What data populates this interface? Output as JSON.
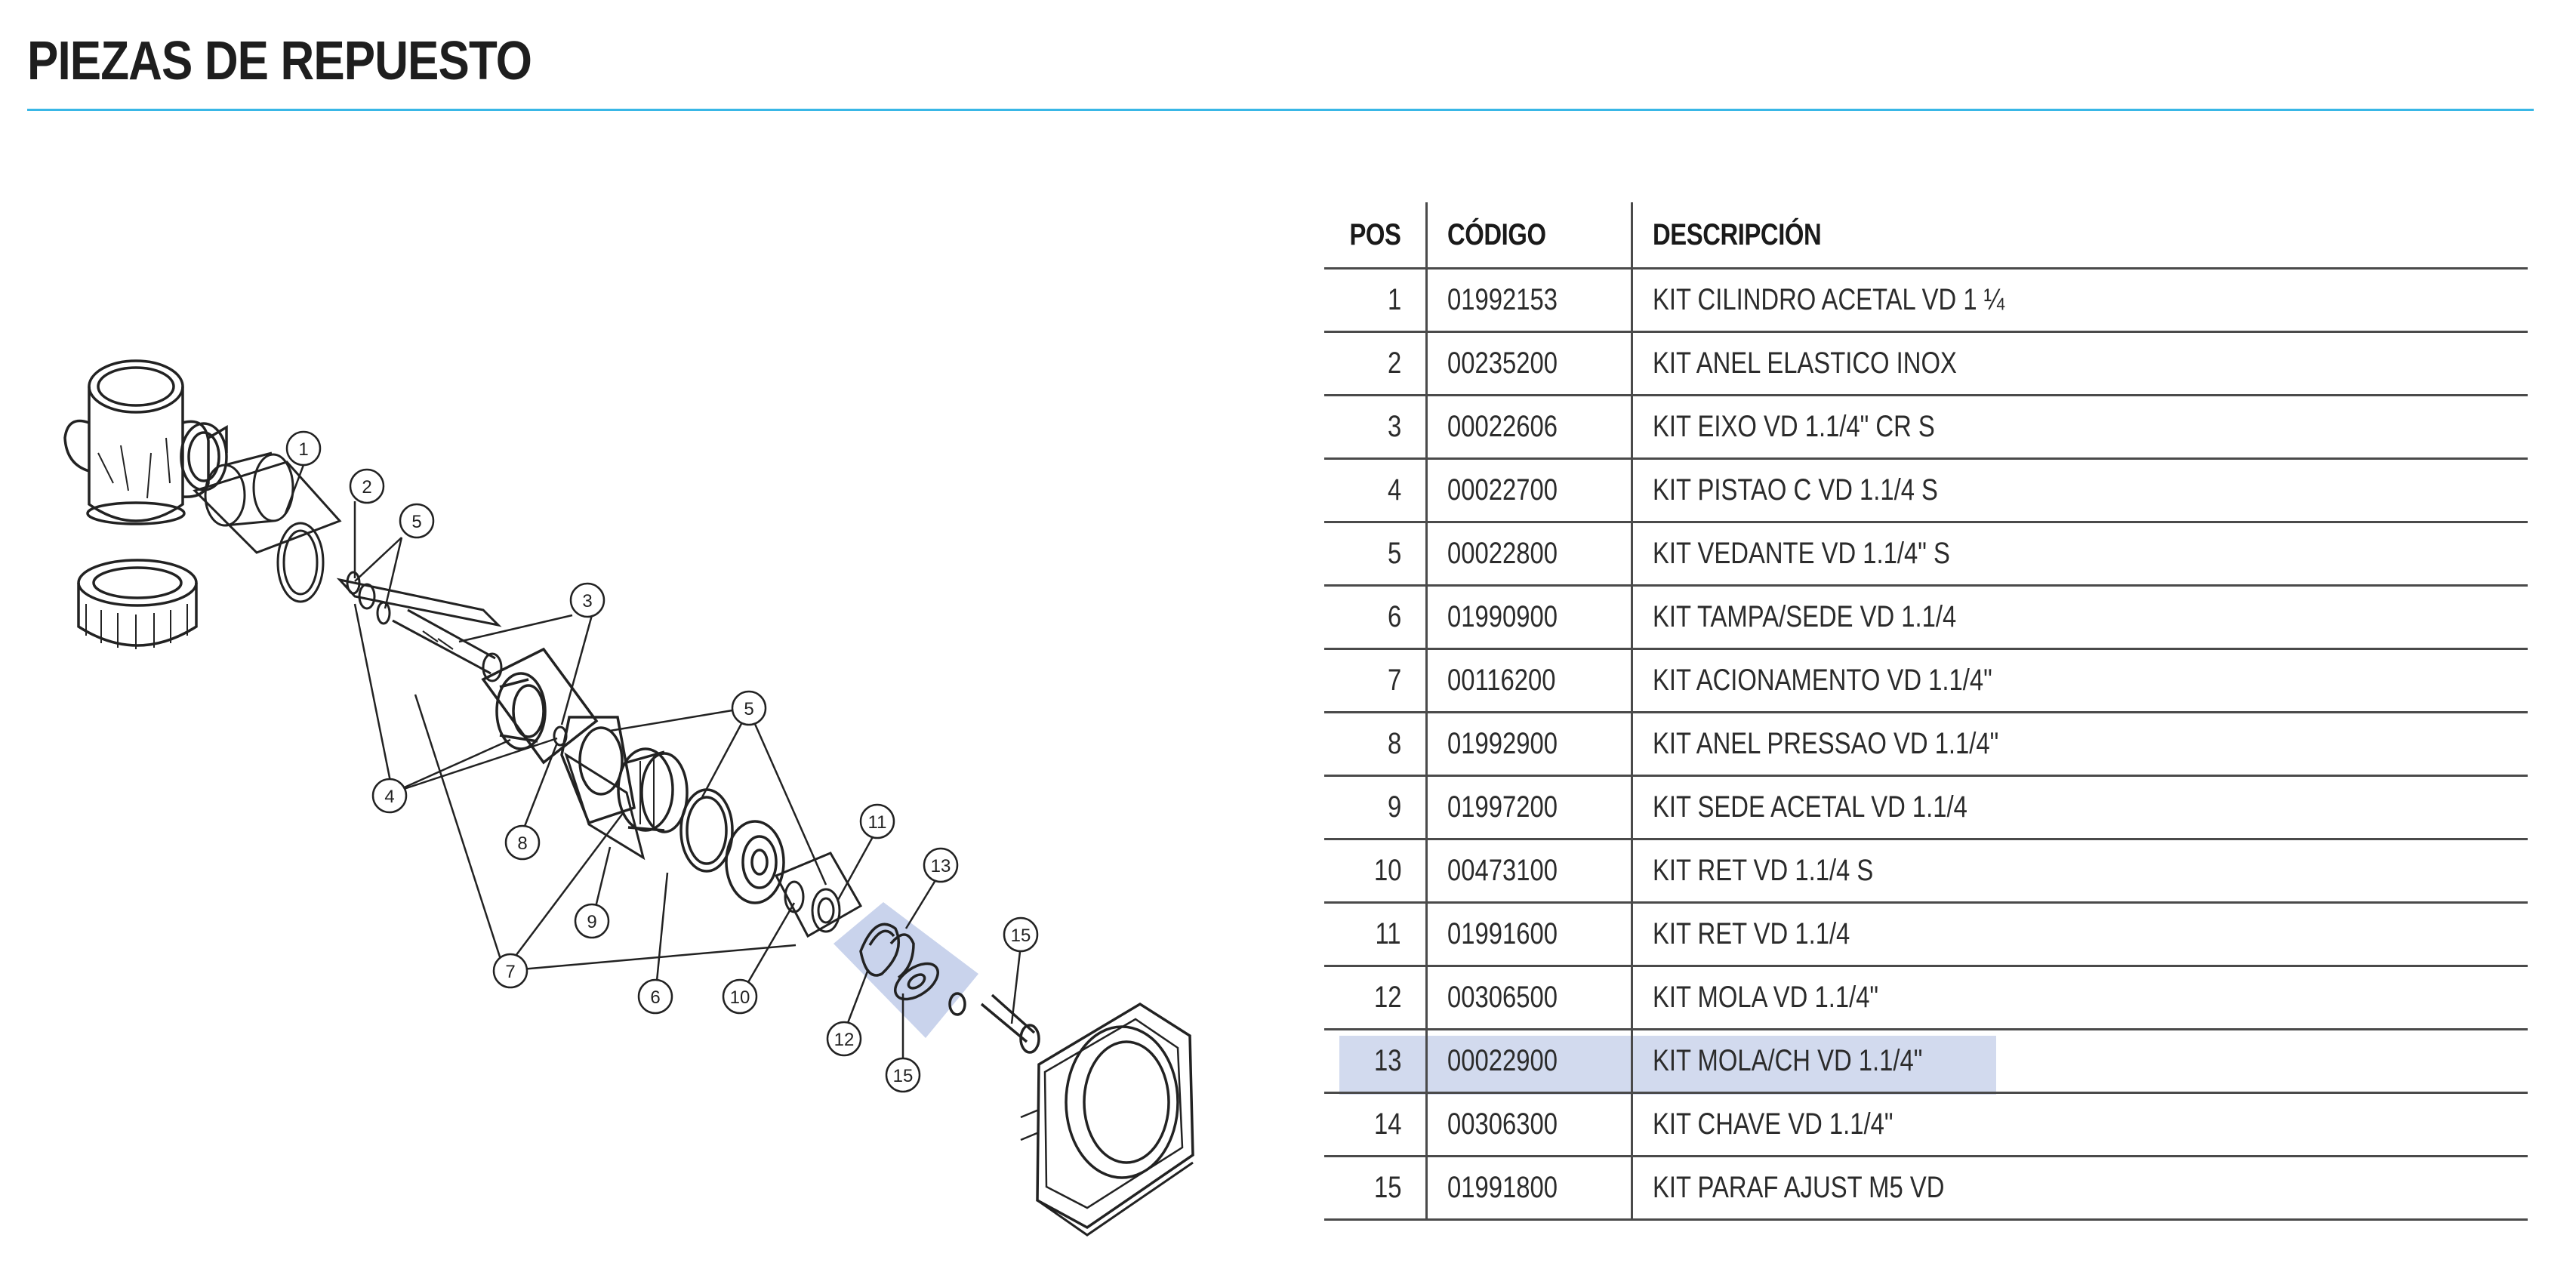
{
  "page": {
    "title": "PIEZAS DE REPUESTO",
    "accent_color": "#39b7e6",
    "highlight_color": "#d2daee"
  },
  "diagram": {
    "callouts": [
      "1",
      "2",
      "3",
      "4",
      "5",
      "5",
      "6",
      "7",
      "8",
      "9",
      "10",
      "11",
      "12",
      "13",
      "15",
      "15"
    ]
  },
  "table": {
    "headers": {
      "pos": "POS",
      "code": "CÓDIGO",
      "desc": "DESCRIPCIÓN"
    },
    "highlighted_pos": "13",
    "rows": [
      {
        "pos": "1",
        "code": "01992153",
        "desc": "KIT CILINDRO ACETAL VD 1 ¼"
      },
      {
        "pos": "2",
        "code": "00235200",
        "desc": "KIT ANEL ELASTICO INOX"
      },
      {
        "pos": "3",
        "code": "00022606",
        "desc": "KIT EIXO VD 1.1/4\" CR S"
      },
      {
        "pos": "4",
        "code": "00022700",
        "desc": "KIT PISTAO C VD 1.1/4 S"
      },
      {
        "pos": "5",
        "code": "00022800",
        "desc": "KIT VEDANTE VD 1.1/4\" S"
      },
      {
        "pos": "6",
        "code": "01990900",
        "desc": "KIT TAMPA/SEDE VD 1.1/4"
      },
      {
        "pos": "7",
        "code": "00116200",
        "desc": "KIT ACIONAMENTO VD 1.1/4\""
      },
      {
        "pos": "8",
        "code": "01992900",
        "desc": "KIT ANEL PRESSAO VD 1.1/4\""
      },
      {
        "pos": "9",
        "code": "01997200",
        "desc": "KIT SEDE ACETAL VD 1.1/4"
      },
      {
        "pos": "10",
        "code": "00473100",
        "desc": "KIT RET VD 1.1/4 S"
      },
      {
        "pos": "11",
        "code": "01991600",
        "desc": "KIT RET VD 1.1/4"
      },
      {
        "pos": "12",
        "code": "00306500",
        "desc": "KIT MOLA VD 1.1/4\""
      },
      {
        "pos": "13",
        "code": "00022900",
        "desc": "KIT MOLA/CH VD 1.1/4\""
      },
      {
        "pos": "14",
        "code": "00306300",
        "desc": "KIT CHAVE VD 1.1/4\""
      },
      {
        "pos": "15",
        "code": "01991800",
        "desc": "KIT PARAF AJUST M5 VD"
      }
    ]
  }
}
